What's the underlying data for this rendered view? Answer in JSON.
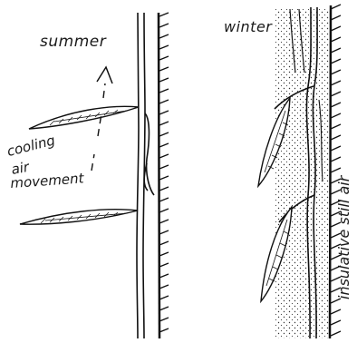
{
  "labels": {
    "summer": "summer",
    "winter": "winter",
    "cooling_line1": "cooling",
    "cooling_line2": "air",
    "cooling_line3": "movement",
    "insulative": "insulative still air"
  },
  "colors": {
    "ink": "#1a1a1a",
    "paper": "#ffffff"
  }
}
